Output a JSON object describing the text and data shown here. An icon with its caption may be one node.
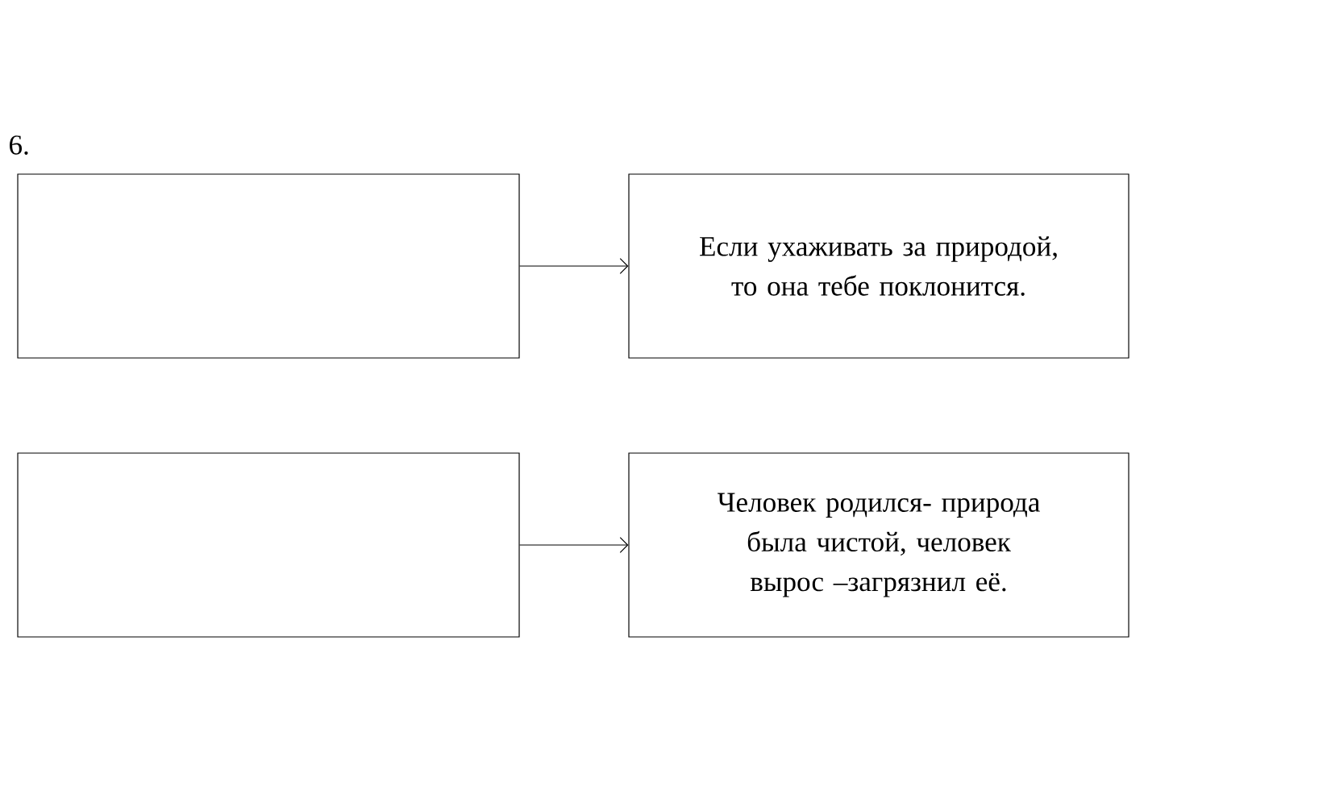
{
  "diagram": {
    "nodes": [
      {
        "text": [],
        "shape": "box"
      },
      {
        "text": [
          "Если ухаживать за природой, то она тебе поклонится."
        ]
      },
      {
        "text": [],
        "shape": "box"
      },
      {
        "text": [
          "Человек родился- природа была чистой, человек вырос –загрязнил её."
        ]
      }
    ],
    "edges": [
      {
        "from": 0,
        "to": 1,
        "arrow": "to"
      },
      {
        "from": 2,
        "to": 3,
        "arrow": "to"
      }
    ],
    "labels": [
      "6."
    ]
  }
}
